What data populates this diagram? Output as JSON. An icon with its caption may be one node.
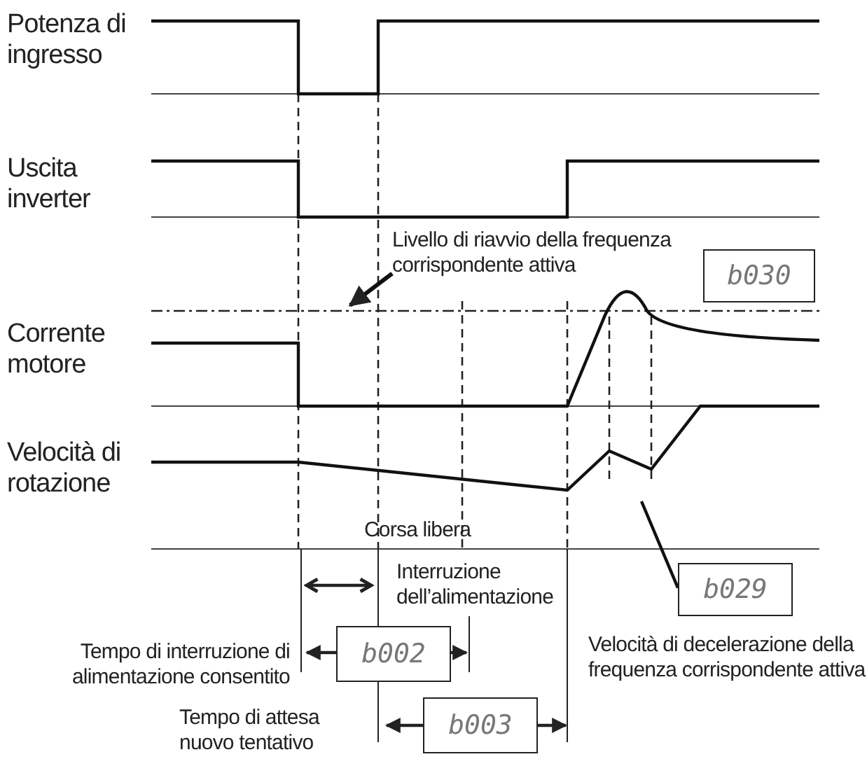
{
  "diagram": {
    "nodes": [
      {
        "text": [
          "Livello di riavvio della frequenza corrispondente attiva"
        ]
      },
      {
        "text": [
          "b030"
        ]
      },
      {
        "text": [
          "b029"
        ],
        "beside": [
          "Velocità di decelerazione della frequenza corrispondente attiva"
        ]
      },
      {
        "text": [
          "b002"
        ],
        "beside": [
          "Tempo di interruzione di alimentazione consentito"
        ]
      },
      {
        "text": [
          "b003"
        ]
      }
    ],
    "edges": [
      {
        "from": 0,
        "to": null,
        "arrow": "to"
      },
      {
        "from": 2,
        "to": null,
        "arrow": "none"
      }
    ],
    "labels": [
      "Potenza di ingresso",
      "Uscita inverter",
      "Corrente motore",
      "Velocità di rotazione",
      "Corsa libera",
      "Interruzione dell’alimentazione",
      "Tempo di attesa nuovo tentativo"
    ]
  }
}
